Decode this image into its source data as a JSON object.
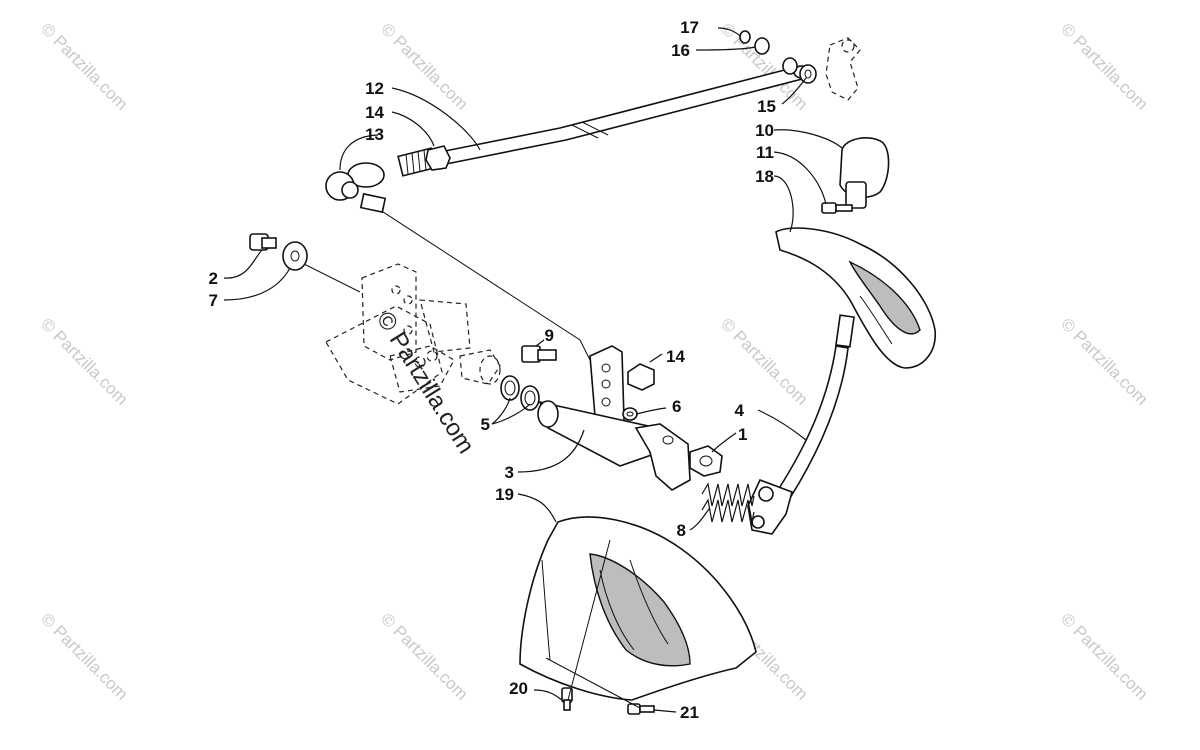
{
  "watermark": {
    "text": "© Partzilla.com",
    "center_text": "© Partzilla.com"
  },
  "callouts": {
    "c1": "1",
    "c2": "2",
    "c3": "3",
    "c4": "4",
    "c5": "5",
    "c6": "6",
    "c7": "7",
    "c8": "8",
    "c9": "9",
    "c10": "10",
    "c11": "11",
    "c12": "12",
    "c13": "13",
    "c14a": "14",
    "c14b": "14",
    "c15": "15",
    "c16": "16",
    "c17": "17",
    "c18": "18",
    "c19": "19",
    "c20": "20",
    "c21": "21"
  },
  "colors": {
    "line": "#111111",
    "watermark": "#c8c8c8",
    "background": "#ffffff"
  }
}
